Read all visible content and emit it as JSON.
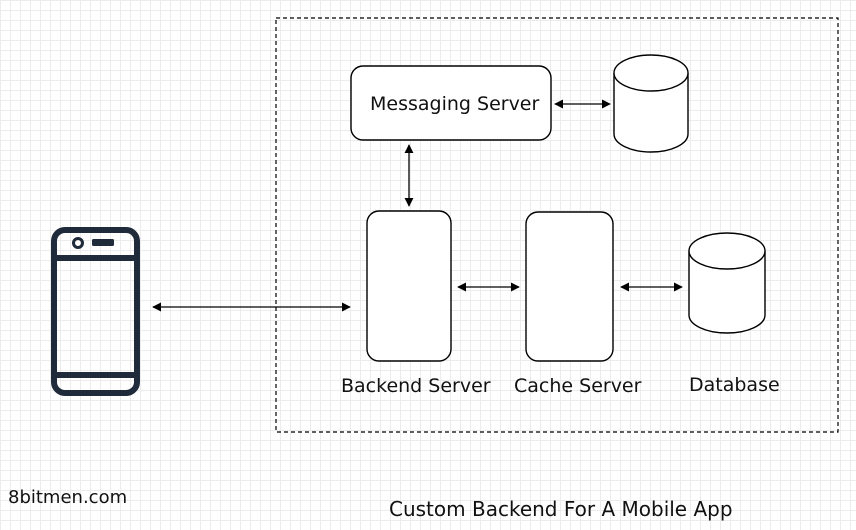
{
  "diagram": {
    "nodes": {
      "messaging_server": "Messaging Server",
      "backend_server": "Backend Server",
      "cache_server": "Cache Server",
      "database": "Database"
    },
    "watermark": "8bitmen.com",
    "caption": "Custom Backend For A Mobile App",
    "icons": [
      "mobile-phone-icon",
      "database-cylinder-icon"
    ],
    "colors": {
      "phone": "#1f2b3a",
      "stroke": "#000000",
      "grid": "#ececec"
    }
  }
}
